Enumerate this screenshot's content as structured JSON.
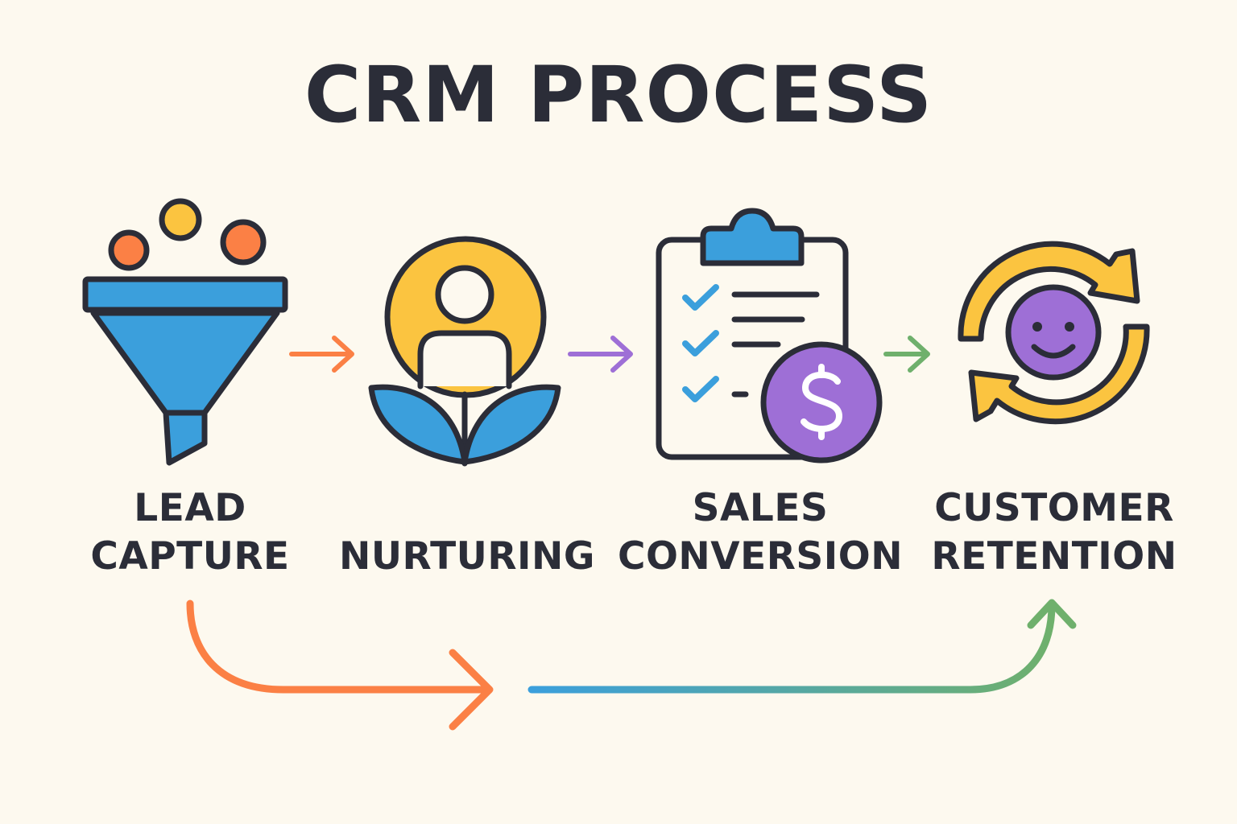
{
  "title": "CRM PROCESS",
  "colors": {
    "background": "#fdf9ef",
    "ink": "#2b2d38",
    "blue": "#3b9fdc",
    "yellow": "#fbc440",
    "orange": "#fb8045",
    "purple": "#9e6fd6",
    "green": "#6fb06c"
  },
  "steps": [
    {
      "icon": "funnel-icon",
      "line1": "LEAD",
      "line2": "CAPTURE"
    },
    {
      "icon": "person-growth-icon",
      "line1": "",
      "line2": "NURTURING"
    },
    {
      "icon": "clipboard-dollar-icon",
      "line1": "SALES",
      "line2": "CONVERSION"
    },
    {
      "icon": "refresh-smiley-icon",
      "line1": "CUSTOMER",
      "line2": "RETENTION"
    }
  ]
}
